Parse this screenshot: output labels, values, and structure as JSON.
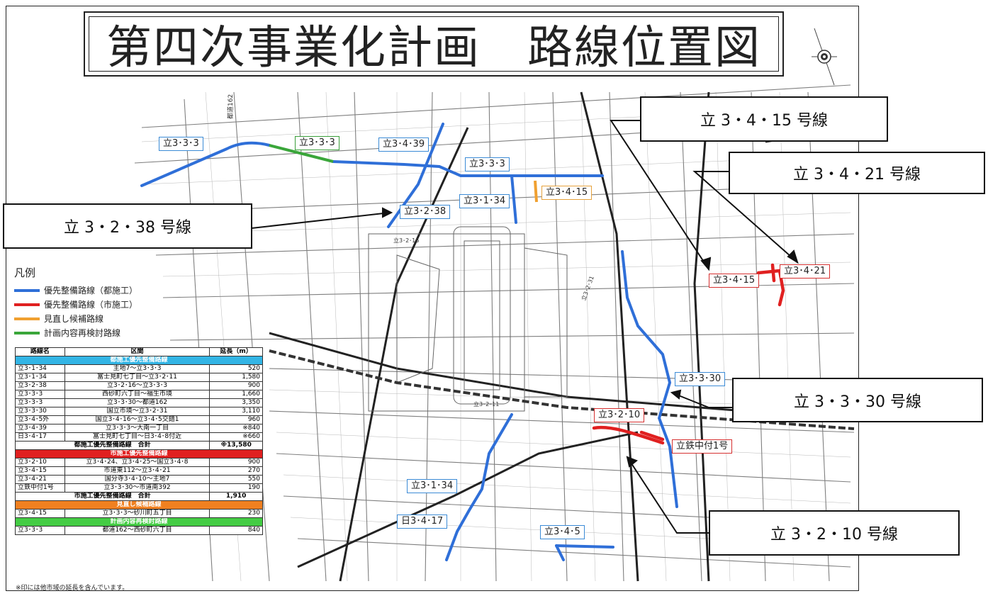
{
  "title": "第四次事業化計画　路線位置図",
  "compass": {
    "icon": "compass-rose-icon"
  },
  "road_labels": {
    "r1": "立3･3･3",
    "r2": "立3･3･3",
    "r3": "立3･4･39",
    "r4": "立3･3･3",
    "r5": "立3･1･34",
    "r6": "立3･4･15",
    "r7": "立3･2･38",
    "r8": "立3･4･15",
    "r9": "立3･4･21",
    "r10": "立3･3･30",
    "r11": "立3･2･10",
    "r12": "立鉄中付1号",
    "r13": "立3･1･34",
    "r14": "日3･4･17",
    "r15": "立3･4･5",
    "s1": "立3･2･16",
    "s2": "立3･2･31",
    "s3": "立3･2･11",
    "s4": "都道162"
  },
  "callouts": {
    "c1": "立 3・4・15 号線",
    "c2": "立 3・4・21 号線",
    "c3": "立 3・2・38 号線",
    "c4": "立 3・3・30 号線",
    "c5": "立 3・2・10 号線"
  },
  "legend": {
    "title": "凡例",
    "items": [
      {
        "label": "優先整備路線（都施工）",
        "color": "#2f6fd8"
      },
      {
        "label": "優先整備路線（市施工）",
        "color": "#e02020"
      },
      {
        "label": "見直し候補路線",
        "color": "#f0a030"
      },
      {
        "label": "計画内容再検討路線",
        "color": "#3aa63a"
      }
    ]
  },
  "route_table": {
    "headers": [
      "路線名",
      "区間",
      "延長（m）"
    ],
    "section_tokyo": "都施工優先整備路線",
    "tokyo_rows": [
      [
        "立3･1･34",
        "主地7～立3･3･3",
        "520"
      ],
      [
        "立3･1･34",
        "富士見町七丁目～立3･2･11",
        "1,580"
      ],
      [
        "立3･2･38",
        "立3･2･16～立3･3･3",
        "900"
      ],
      [
        "立3･3･3",
        "西砂町六丁目～福生市境",
        "1,660"
      ],
      [
        "立3･3･3",
        "立3･3･30～都道162",
        "3,350"
      ],
      [
        "立3･3･30",
        "国立市境～立3･2･31",
        "3,110"
      ],
      [
        "立3･4･5外",
        "国立3･4･16～立3･4･5交錯1",
        "960"
      ],
      [
        "立3･4･39",
        "立3･3･3～大南一丁目",
        "※840"
      ],
      [
        "日3･4･17",
        "富士見町七丁目～日3･4･8付近",
        "※660"
      ]
    ],
    "tokyo_total": [
      "都施工優先整備路線　合計",
      "※13,580"
    ],
    "section_city": "市施工優先整備路線",
    "city_rows": [
      [
        "立3･2･10",
        "立3･4･24、立3･4･25～国立3･4･8",
        "900"
      ],
      [
        "立3･4･15",
        "市道東112～立3･4･21",
        "270"
      ],
      [
        "立3･4･21",
        "国分寺3･4･10～主地7",
        "550"
      ],
      [
        "立鉄中付1号",
        "立3･3･30～市道南392",
        "190"
      ]
    ],
    "city_total": [
      "市施工優先整備路線　合計",
      "1,910"
    ],
    "section_review": "見直し候補路線",
    "review_rows": [
      [
        "立3･4･15",
        "立3･3･3～砂川町五丁目",
        "230"
      ]
    ],
    "section_recheck": "計画内容再検討路線",
    "recheck_rows": [
      [
        "立3･3･3",
        "都道162～西砂町六丁目",
        "840"
      ]
    ],
    "section_colors": {
      "tokyo": "#33b5e5",
      "city": "#e02020",
      "review": "#f08020",
      "recheck": "#44cc44"
    }
  },
  "note": "※印には他市域の延長を含んでいます。"
}
